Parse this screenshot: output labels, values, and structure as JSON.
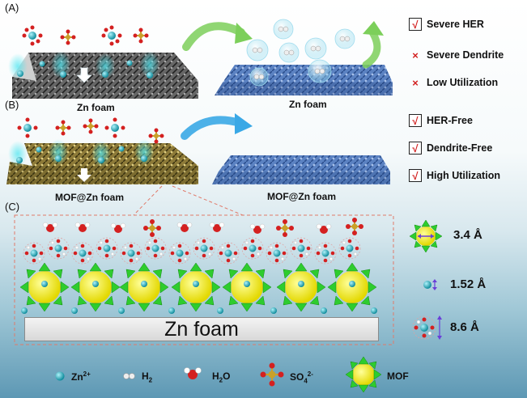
{
  "panels": {
    "a": {
      "label": "(A)",
      "left_caption": "Zn foam",
      "right_caption": "Zn foam"
    },
    "b": {
      "label": "(B)",
      "left_caption": "MOF@Zn foam",
      "right_caption": "MOF@Zn foam"
    },
    "c": {
      "label": "(C)",
      "base_label": "Zn foam"
    }
  },
  "checklist_a": [
    {
      "mark": "√",
      "text": "Severe HER"
    },
    {
      "mark": "×",
      "text": "Severe Dendrite"
    },
    {
      "mark": "×",
      "text": "Low Utilization"
    }
  ],
  "checklist_b": [
    {
      "mark": "√",
      "text": "HER-Free"
    },
    {
      "mark": "√",
      "text": "Dendrite-Free"
    },
    {
      "mark": "√",
      "text": "High Utilization"
    }
  ],
  "sizes": {
    "mof": "3.4 Å",
    "zn_ion": "1.52 Å",
    "hydrated": "8.6 Å"
  },
  "legend": {
    "zn": "Zn",
    "zn_sup": "2+",
    "h2": "H",
    "h2_sub": "2",
    "h2o": "H",
    "h2o_sub": "2",
    "h2o_end": "O",
    "so4": "SO",
    "so4_sub": "4",
    "so4_sup": "2-",
    "mof": "MOF"
  },
  "colors": {
    "zn_ion": "#1fb3c4",
    "oxygen": "#d42020",
    "sulfur": "#c9a12a",
    "mof_core": "#f4f400",
    "mof_linker": "#2ecc2e",
    "arrow_a": "#7ccf5a",
    "arrow_b": "#3aa8e6",
    "foam_grey": "#555555",
    "foam_blue": "#4d73b5",
    "foam_gold": "#b5a050"
  }
}
